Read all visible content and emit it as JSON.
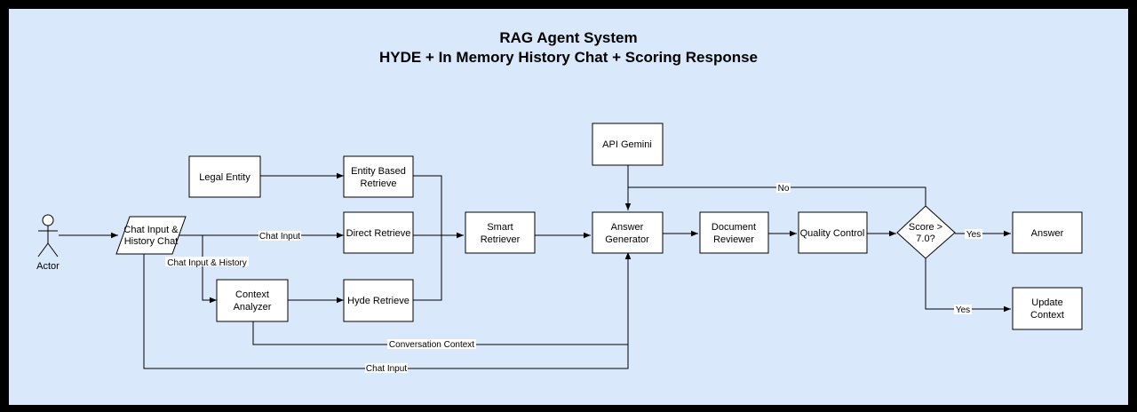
{
  "title": {
    "line1": "RAG Agent System",
    "line2": "HYDE + In Memory History Chat + Scoring Response"
  },
  "actor": {
    "label": "Actor"
  },
  "nodes": {
    "chat_input": [
      "Chat Input &",
      "History Chat"
    ],
    "legal_entity": [
      "Legal Entity"
    ],
    "entity_based_retrieve": [
      "Entity Based",
      "Retrieve"
    ],
    "direct_retrieve": [
      "Direct Retrieve"
    ],
    "hyde_retrieve": [
      "Hyde Retrieve"
    ],
    "context_analyzer": [
      "Context",
      "Analyzer"
    ],
    "smart_retriever": [
      "Smart",
      "Retriever"
    ],
    "api_gemini": [
      "API Gemini"
    ],
    "answer_generator": [
      "Answer",
      "Generator"
    ],
    "document_reviewer": [
      "Document",
      "Reviewer"
    ],
    "quality_control": [
      "Quality Control"
    ],
    "score_decision": [
      "Score >",
      "7.0?"
    ],
    "answer": [
      "Answer"
    ],
    "update_context": [
      "Update",
      "Context"
    ]
  },
  "edge_labels": {
    "chat_input": "Chat Input",
    "chat_input_history": "Chat Input & History",
    "conversation_context": "Conversation Context",
    "chat_input_bottom": "Chat Input",
    "no": "No",
    "yes_answer": "Yes",
    "yes_update": "Yes"
  },
  "colors": {
    "background": "#dae8fc",
    "frame": "#000000",
    "box_fill": "#ffffff",
    "stroke": "#000000"
  }
}
